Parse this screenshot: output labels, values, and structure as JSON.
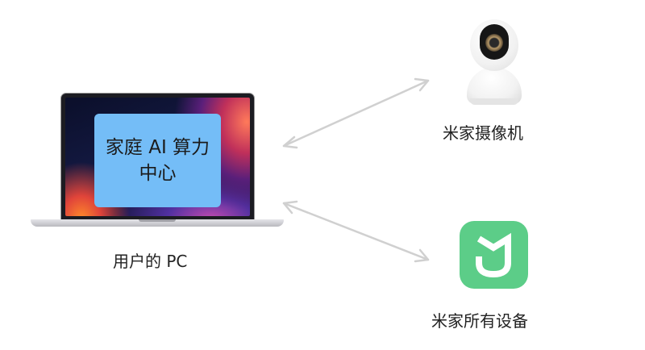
{
  "diagram": {
    "center_node": {
      "title_line1": "家庭 AI 算力",
      "title_line2": "中心",
      "box_color": "#74bdf7",
      "device_label": "用户的 PC",
      "device_icon": "laptop-icon"
    },
    "nodes": [
      {
        "id": "camera",
        "label": "米家摄像机",
        "icon": "security-camera-icon"
      },
      {
        "id": "all_devices",
        "label": "米家所有设备",
        "icon": "mi-home-app-icon",
        "icon_color": "#5ccd88"
      }
    ],
    "edges": [
      {
        "from": "center_node",
        "to": "camera",
        "type": "bidirectional-arrow",
        "color": "#d0d0d0"
      },
      {
        "from": "center_node",
        "to": "all_devices",
        "type": "bidirectional-arrow",
        "color": "#d0d0d0"
      }
    ]
  }
}
